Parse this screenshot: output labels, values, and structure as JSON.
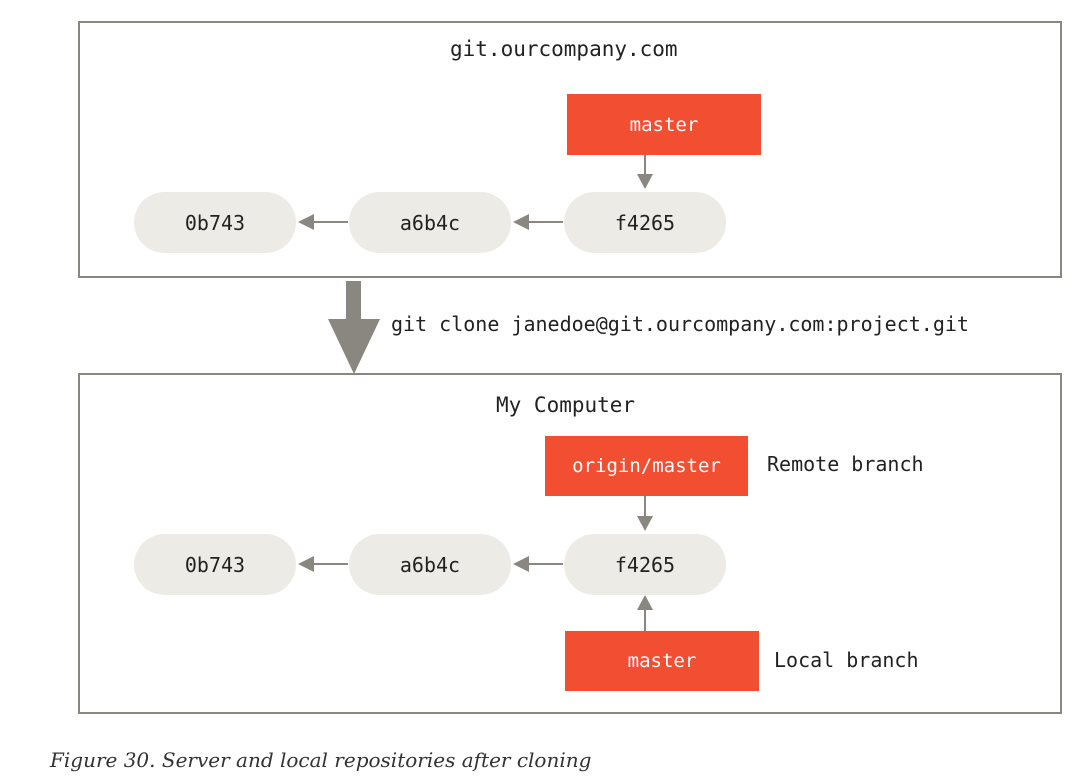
{
  "server": {
    "title": "git.ourcompany.com",
    "commits": [
      "0b743",
      "a6b4c",
      "f4265"
    ],
    "branch": "master"
  },
  "command": "git clone janedoe@git.ourcompany.com:project.git",
  "local": {
    "title": "My Computer",
    "commits": [
      "0b743",
      "a6b4c",
      "f4265"
    ],
    "remote_branch": "origin/master",
    "remote_branch_label": "Remote branch",
    "local_branch": "master",
    "local_branch_label": "Local branch"
  },
  "caption": "Figure 30. Server and local repositories after cloning",
  "colors": {
    "branch_fill": "#f14e32",
    "commit_fill": "#ecebe6",
    "arrow": "#8a8680",
    "border": "#8a8680"
  }
}
